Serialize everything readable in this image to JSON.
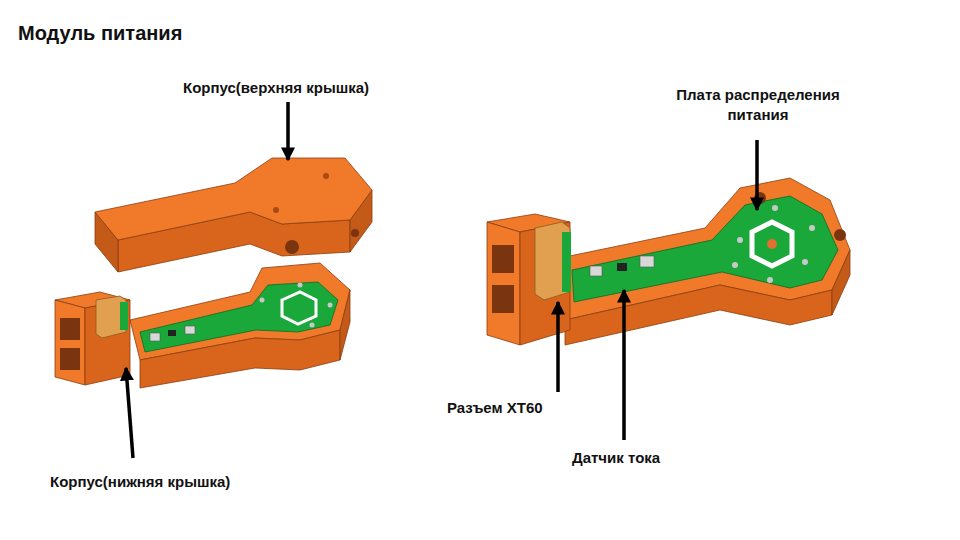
{
  "diagram": {
    "title": "Модуль питания",
    "labels": [
      "Корпус(верхняя крышка)",
      "Плата распределения питания",
      "Разъем XT60",
      "Датчик тока",
      "Корпус(нижняя крышка)"
    ]
  }
}
